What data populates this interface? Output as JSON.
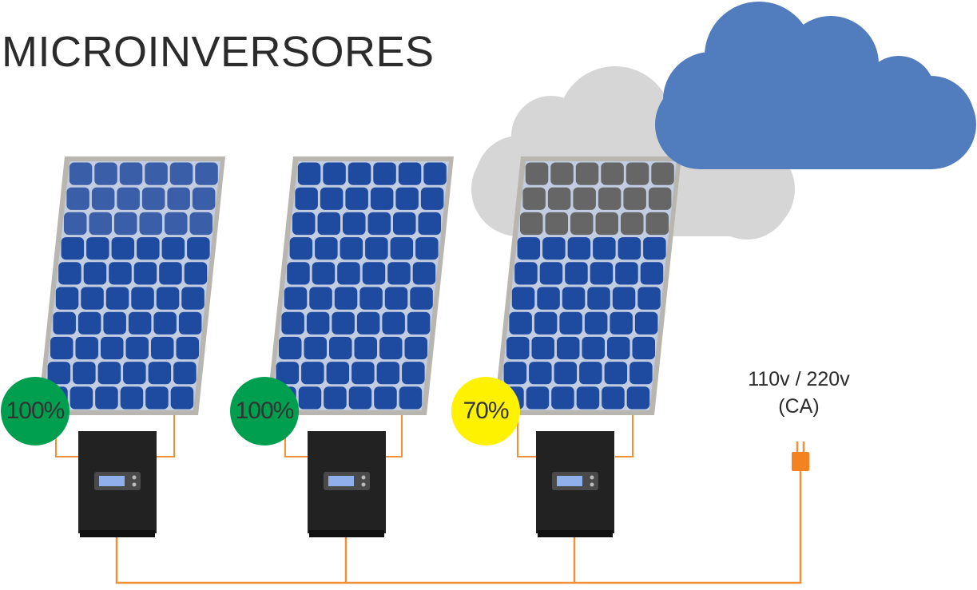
{
  "title": "MICROINVERSORES",
  "output": {
    "line1": "110v / 220v",
    "line2": "(CA)"
  },
  "panels": [
    {
      "efficiency_label": "100%",
      "badge_color": "#009e4f",
      "shaded_rows": 3,
      "shade_type": "light"
    },
    {
      "efficiency_label": "100%",
      "badge_color": "#009e4f",
      "shaded_rows": 0,
      "shade_type": "none"
    },
    {
      "efficiency_label": "70%",
      "badge_color": "#fff200",
      "shaded_rows": 3,
      "shade_type": "gray"
    }
  ],
  "colors": {
    "cell_blue": "#1e4aa0",
    "cell_gap": "#c2cde2",
    "frame": "#b9b6b0",
    "cloud_blue": "#517cbd",
    "cloud_gray": "#d6d6d6",
    "wire": "#f0913a",
    "plug": "#f58220",
    "inverter": "#222222",
    "screen": "#8fb0ea"
  },
  "icons": [
    "solar-panel-icon",
    "microinverter-icon",
    "cloud-icon",
    "plug-icon"
  ]
}
